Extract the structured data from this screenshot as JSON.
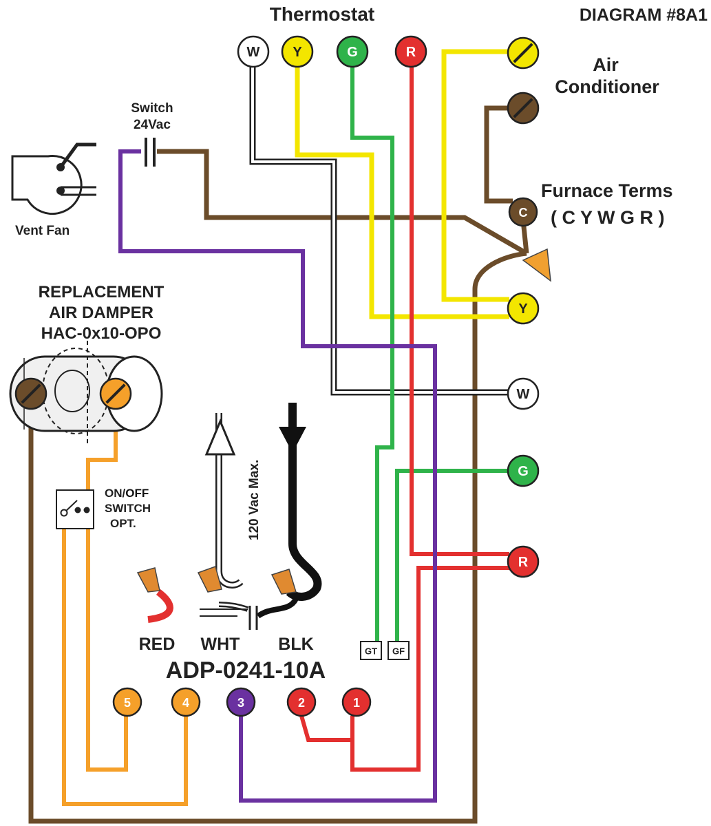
{
  "labels": {
    "thermostat": "Thermostat",
    "diagram_number": "DIAGRAM #8A1",
    "air_conditioner_line1": "Air",
    "air_conditioner_line2": "Conditioner",
    "furnace_terms": "Furnace Terms",
    "furnace_terms_order": "( C Y W G R )",
    "switch_line1": "Switch",
    "switch_line2": "24Vac",
    "vent_fan": "Vent Fan",
    "damper_line1": "REPLACEMENT",
    "damper_line2": "AIR DAMPER",
    "damper_line3": "HAC-0x10-OPO",
    "onoff_on": "ON/",
    "onoff_off": "OFF",
    "onoff_line2": "SWITCH",
    "onoff_line3": "OPT.",
    "voltage": "120 Vac Max.",
    "red_lead": "RED",
    "white_lead": "WHT",
    "black_lead": "BLK",
    "model": "ADP-0241-10A",
    "gt": "GT",
    "gf": "GF"
  },
  "colors": {
    "white": "#ffffff",
    "yellow": "#f3e600",
    "green": "#2fb34a",
    "red": "#e3302f",
    "brown": "#6b4c2a",
    "purple": "#6a31a0",
    "orange": "#f5a02a"
  },
  "terminals": [
    {
      "name": "thermostat-w-terminal",
      "label": "W",
      "color": "white"
    },
    {
      "name": "thermostat-y-terminal",
      "label": "Y",
      "color": "yellow"
    },
    {
      "name": "thermostat-g-terminal",
      "label": "G",
      "color": "green"
    },
    {
      "name": "thermostat-r-terminal",
      "label": "R",
      "color": "red"
    },
    {
      "name": "ac-yellow-terminal",
      "label": "",
      "color": "yellow"
    },
    {
      "name": "ac-brown-terminal",
      "label": "",
      "color": "brown"
    },
    {
      "name": "furnace-c-terminal",
      "label": "C",
      "color": "brown"
    },
    {
      "name": "furnace-y-terminal",
      "label": "Y",
      "color": "yellow"
    },
    {
      "name": "furnace-w-terminal",
      "label": "W",
      "color": "white"
    },
    {
      "name": "furnace-g-terminal",
      "label": "G",
      "color": "green"
    },
    {
      "name": "furnace-r-terminal",
      "label": "R",
      "color": "red"
    },
    {
      "name": "damper-brown-terminal",
      "label": "",
      "color": "brown"
    },
    {
      "name": "damper-orange-terminal",
      "label": "",
      "color": "orange"
    },
    {
      "name": "module-terminal-5",
      "label": "5",
      "color": "orange"
    },
    {
      "name": "module-terminal-4",
      "label": "4",
      "color": "orange"
    },
    {
      "name": "module-terminal-3",
      "label": "3",
      "color": "purple"
    },
    {
      "name": "module-terminal-2",
      "label": "2",
      "color": "red"
    },
    {
      "name": "module-terminal-1",
      "label": "1",
      "color": "red"
    }
  ]
}
